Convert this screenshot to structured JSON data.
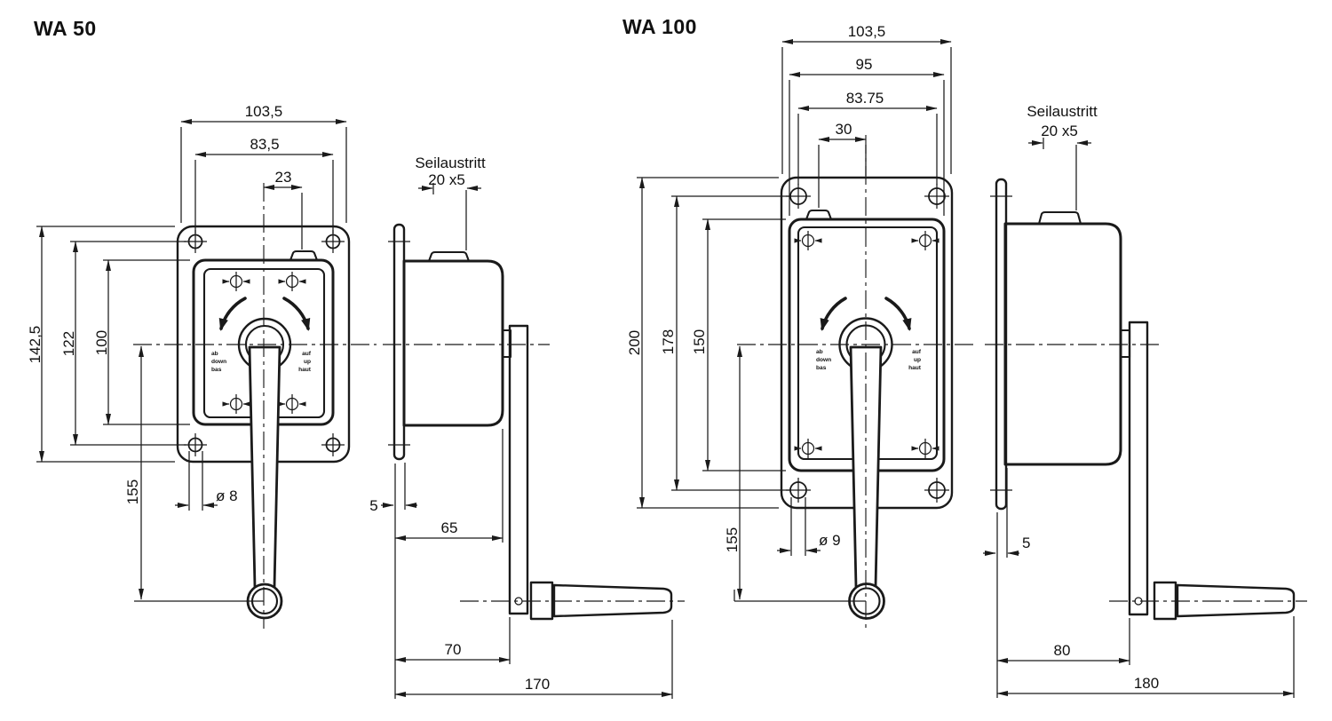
{
  "wa50": {
    "title": "WA 50",
    "front": {
      "dim_flange_width": "103,5",
      "dim_hole_spacing_h": "83,5",
      "dim_rope_exit_offset": "23",
      "dim_flange_height": "142,5",
      "dim_hole_spacing_v": "122",
      "dim_housing_height": "100",
      "dim_crank_radius": "155",
      "dim_hole_diameter": "ø 8",
      "rotation_label_left": [
        "ab",
        "down",
        "bas"
      ],
      "rotation_label_right": [
        "auf",
        "up",
        "haut"
      ]
    },
    "side": {
      "rope_exit_label": "Seilaustritt",
      "rope_exit_size": "20 x5",
      "dim_flange_thickness": "5",
      "dim_housing_depth": "65",
      "dim_crank_plane": "70",
      "dim_total_depth": "170"
    }
  },
  "wa100": {
    "title": "WA 100",
    "front": {
      "dim_flange_width": "103,5",
      "dim_housing_width": "95",
      "dim_hole_spacing_h": "83.75",
      "dim_rope_exit_offset": "30",
      "dim_flange_height": "200",
      "dim_hole_spacing_v": "178",
      "dim_housing_height": "150",
      "dim_crank_radius": "155",
      "dim_hole_diameter": "ø 9",
      "rotation_label_left": [
        "ab",
        "down",
        "bas"
      ],
      "rotation_label_right": [
        "auf",
        "up",
        "haut"
      ]
    },
    "side": {
      "rope_exit_label": "Seilaustritt",
      "rope_exit_size": "20 x5",
      "dim_flange_thickness": "5",
      "dim_crank_plane": "80",
      "dim_total_depth": "180"
    }
  }
}
